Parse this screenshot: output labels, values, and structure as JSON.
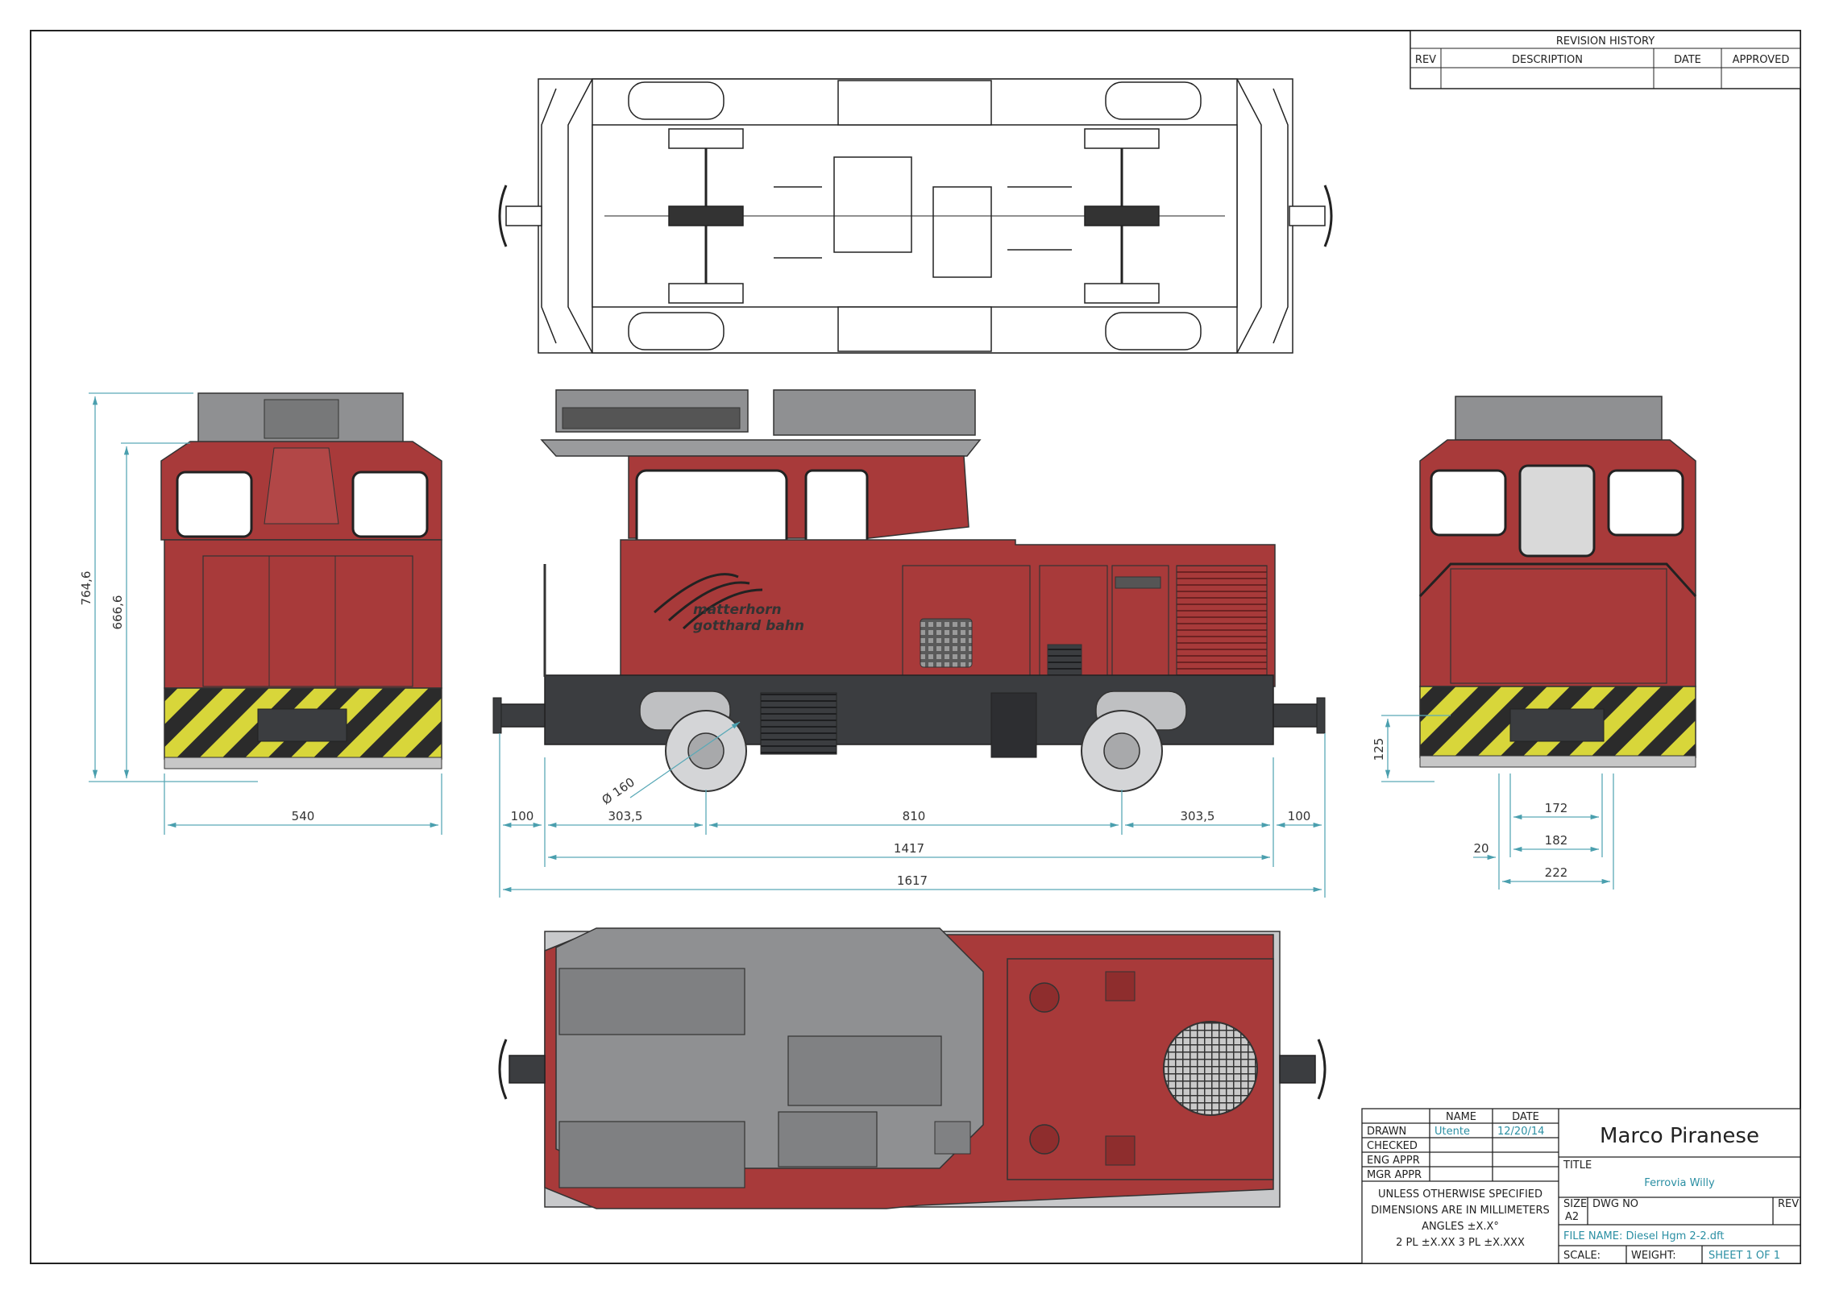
{
  "revision_history": {
    "title": "REVISION HISTORY",
    "columns": [
      "REV",
      "DESCRIPTION",
      "DATE",
      "APPROVED"
    ]
  },
  "dimensions": {
    "front_height_total": "764,6",
    "front_height_body": "666,6",
    "front_width": "540",
    "buffer_left": "100",
    "overhang_left": "303,5",
    "wheelbase": "810",
    "overhang_right": "303,5",
    "buffer_right": "100",
    "frame_length": "1417",
    "total_length": "1617",
    "wheel_diameter": "Ø 160",
    "buffer_height": "125",
    "gauge_inner": "172",
    "gauge_mid": "182",
    "flange": "20",
    "gauge_outer": "222"
  },
  "livery": {
    "line1": "matterhorn",
    "line2": "gotthard bahn"
  },
  "colors": {
    "body_red": "#a83a3a",
    "roof_grey": "#8f9092",
    "frame_dark": "#3b3d40",
    "hazard_yellow": "#d8d63a",
    "dimension_cyan": "#5aa9b7"
  },
  "title_block": {
    "author": "Marco Piranese",
    "name_header": "NAME",
    "date_header": "DATE",
    "rows": [
      {
        "label": "DRAWN",
        "name": "Utente",
        "date": "12/20/14"
      },
      {
        "label": "CHECKED",
        "name": "",
        "date": ""
      },
      {
        "label": "ENG APPR",
        "name": "",
        "date": ""
      },
      {
        "label": "MGR APPR",
        "name": "",
        "date": ""
      }
    ],
    "notes": [
      "UNLESS OTHERWISE SPECIFIED",
      "DIMENSIONS ARE IN MILLIMETERS",
      "ANGLES ±X.X°",
      "2 PL ±X.XX 3 PL ±X.XXX"
    ],
    "title_label": "TITLE",
    "title_value": "Ferrovia Willy",
    "size_label": "SIZE",
    "size_value": "A2",
    "dwg_no_label": "DWG NO",
    "rev_label": "REV",
    "file_name": "FILE NAME: Diesel Hgm 2-2.dft",
    "scale_label": "SCALE:",
    "weight_label": "WEIGHT:",
    "sheet": "SHEET 1 OF 1"
  }
}
